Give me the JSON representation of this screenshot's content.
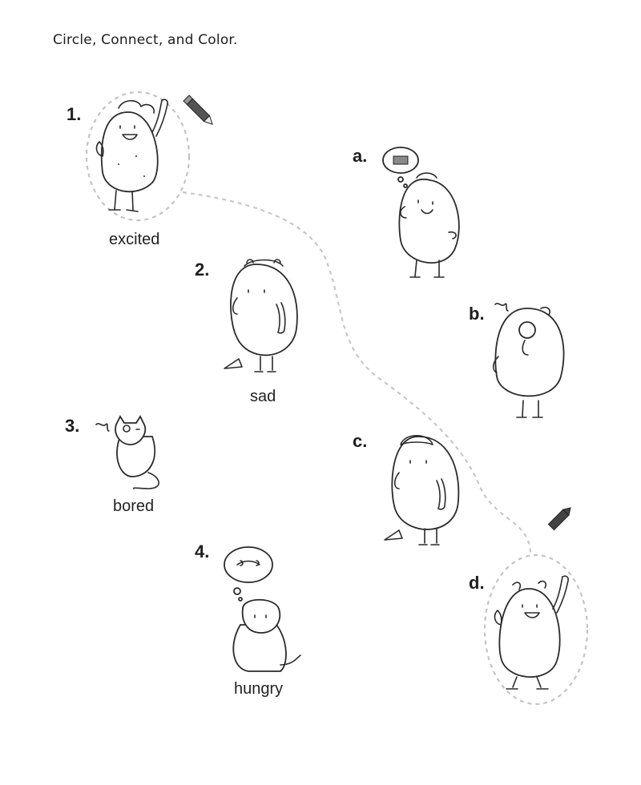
{
  "instructions": "Circle, Connect, and Color.",
  "left_items": [
    {
      "number": "1.",
      "word": "excited",
      "picture": "excited-potato-character"
    },
    {
      "number": "2.",
      "word": "sad",
      "picture": "sad-potato-character"
    },
    {
      "number": "3.",
      "word": "bored",
      "picture": "bored-cat"
    },
    {
      "number": "4.",
      "word": "hungry",
      "picture": "hungry-dog"
    }
  ],
  "right_items": [
    {
      "letter": "a.",
      "picture": "hungry-potato-character"
    },
    {
      "letter": "b.",
      "picture": "bored-potato-character"
    },
    {
      "letter": "c.",
      "picture": "sad-potato-character"
    },
    {
      "letter": "d.",
      "picture": "excited-potato-character"
    }
  ],
  "example_answer": {
    "circled": [
      "1.",
      "d."
    ],
    "connected": [
      "1.",
      "d."
    ]
  },
  "icons": {
    "pencil": "pencil-icon",
    "crayon": "crayon-icon"
  }
}
